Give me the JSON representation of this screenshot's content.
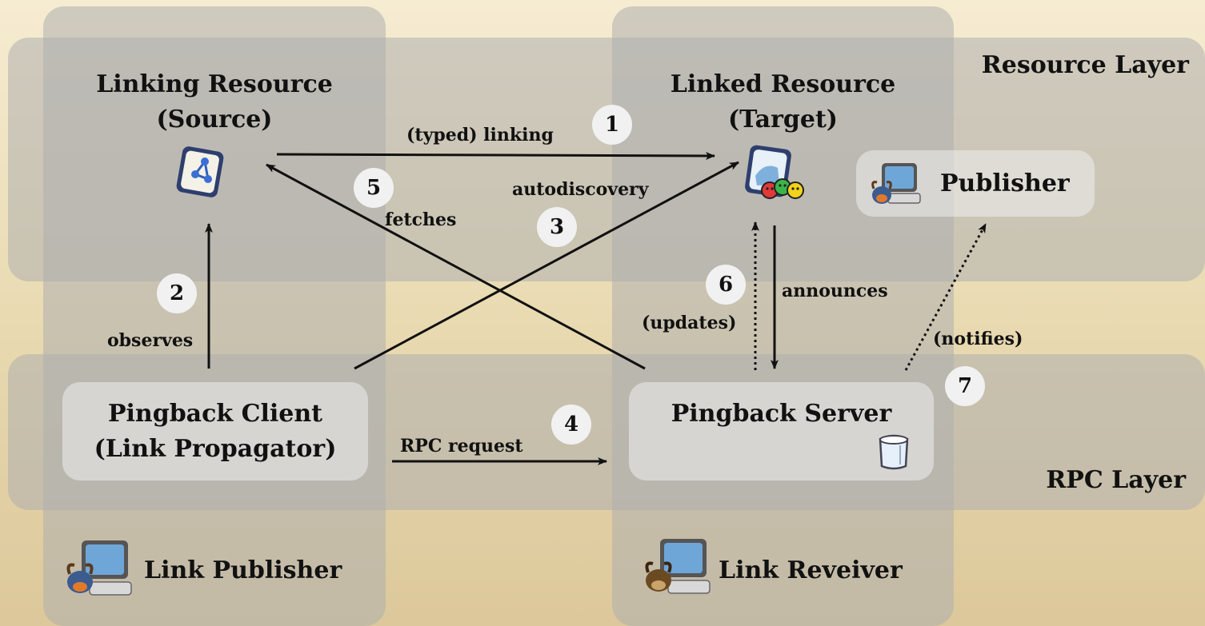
{
  "layers": {
    "resource": "Resource Layer",
    "rpc": "RPC Layer"
  },
  "nodes": {
    "linking_resource": {
      "line1": "Linking Resource",
      "line2": "(Source)"
    },
    "linked_resource": {
      "line1": "Linked Resource",
      "line2": "(Target)"
    },
    "publisher": "Publisher",
    "pingback_client": {
      "line1": "Pingback Client",
      "line2": "(Link Propagator)"
    },
    "pingback_server": "Pingback Server",
    "link_publisher": "Link Publisher",
    "link_receiver": "Link Reveiver"
  },
  "edges": [
    {
      "step": "1",
      "label": "(typed) linking"
    },
    {
      "step": "2",
      "label": "observes"
    },
    {
      "step": "3",
      "label": "autodiscovery"
    },
    {
      "step": "4",
      "label": "RPC request"
    },
    {
      "step": "5",
      "label": "fetches"
    },
    {
      "step": "6",
      "label": "(updates)"
    },
    {
      "step": "6",
      "label": "announces"
    },
    {
      "step": "7",
      "label": "(notifies)"
    }
  ],
  "icons": [
    "rdf-document-icon",
    "multimedia-document-icon",
    "computer-gnu-icon",
    "database-icon"
  ]
}
